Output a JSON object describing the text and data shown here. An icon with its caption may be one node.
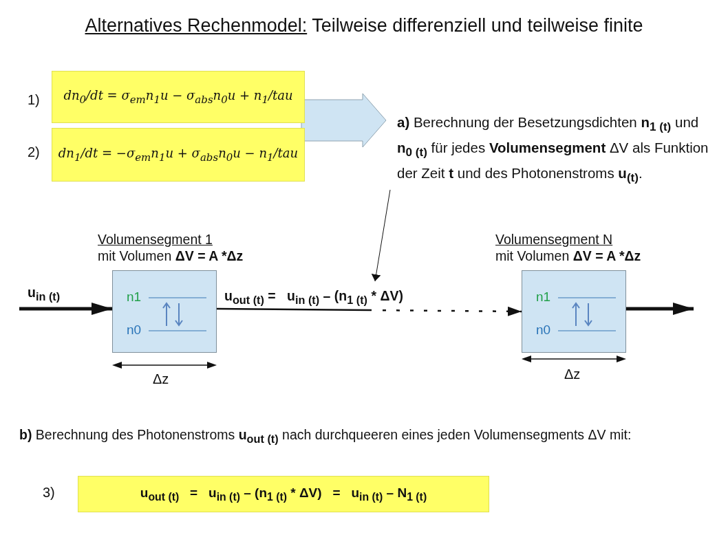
{
  "diagram": {
    "title": "Alternatives Rechenmodel: Teilweise differenziell und teilweise finite",
    "nodes": [
      {
        "text": [
          "dn$_{0}$/dt = σ$_{em}$n$_{1}$u − σ$_{abs}$n$_{0}$u + n$_{1}$/tau"
        ],
        "beside": [
          "1)"
        ]
      },
      {
        "text": [
          "dn$_{1}$/dt = −σ$_{em}$n$_{1}$u + σ$_{abs}$n$_{0}$u − n$_{1}$/tau"
        ],
        "beside": [
          "2)"
        ]
      },
      {
        "text": [
          "**a)** Berechnung der Besetzungsdichten **n$_{1 (t)}$** und **n$_{0 (t)}$** für jedes **Volumensegment** ΔV als Funktion der Zeit **t** und des Photonenstroms **u$_{(t)}$**."
        ]
      },
      {
        "text": [
          "Volumensegment 1",
          "mit Volumen **ΔV = A *Δz**",
          "n1",
          "n0"
        ],
        "beside": [
          "Δz"
        ]
      },
      {
        "text": [
          "Volumensegment N",
          "mit Volumen **ΔV = A *Δz**",
          "n1",
          "n0"
        ],
        "beside": [
          "Δz"
        ]
      },
      {
        "text": [
          "u$_{out (t)}$   =   u$_{in (t)}$ – (n$_{1 (t)}$ * ΔV)   =   u$_{in (t)}$ – N$_{1 (t)}$"
        ],
        "beside": [
          "3)"
        ]
      }
    ],
    "edges": [
      {
        "from": 0,
        "to": 2,
        "arrow": "to"
      },
      {
        "from": 1,
        "to": 2,
        "arrow": "to"
      },
      {
        "from": null,
        "to": 3,
        "arrow": "to",
        "label": "u$_{in (t)}$",
        "style": "thick"
      },
      {
        "from": 3,
        "to": 4,
        "arrow": "to",
        "label": "u$_{out (t)}$ =   u$_{in (t)}$ – (n$_{1 (t)}$ * ΔV)",
        "style": "dashed"
      },
      {
        "from": 4,
        "to": null,
        "arrow": "to",
        "style": "thick"
      },
      {
        "from": 2,
        "to": null,
        "arrow": "to"
      }
    ],
    "labels": [
      "**b)** Berechnung des Photonenstroms **u$_{out (t)}$** nach durchqueeren eines jeden Volumensegments ΔV mit:"
    ]
  }
}
